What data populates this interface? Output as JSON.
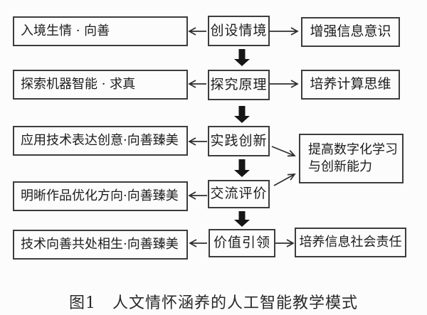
{
  "diagram": {
    "left_nodes": [
      {
        "label": "入境生情 · 向善"
      },
      {
        "label": "探索机器智能 · 求真"
      },
      {
        "label": "应用技术表达创意·向善臻美"
      },
      {
        "label": "明晰作品优化方向·向善臻美"
      },
      {
        "label": "技术向善共处相生·向善臻美"
      }
    ],
    "center_nodes": [
      {
        "label": "创设情境"
      },
      {
        "label": "探究原理"
      },
      {
        "label": "实践创新"
      },
      {
        "label": "交流评价"
      },
      {
        "label": "价值引领"
      }
    ],
    "right_nodes": [
      {
        "label": "增强信息意识"
      },
      {
        "label": "培养计算思维"
      },
      {
        "label": "提高数字化学习\n与创新能力"
      },
      {
        "label": "培养信息社会责任"
      }
    ],
    "caption": "图1　人文情怀涵养的人工智能教学模式",
    "colors": {
      "background": "#fcfcfc",
      "box_border": "#3d3d3d",
      "line": "#2e2e2e",
      "text": "#1c1c1c"
    }
  }
}
